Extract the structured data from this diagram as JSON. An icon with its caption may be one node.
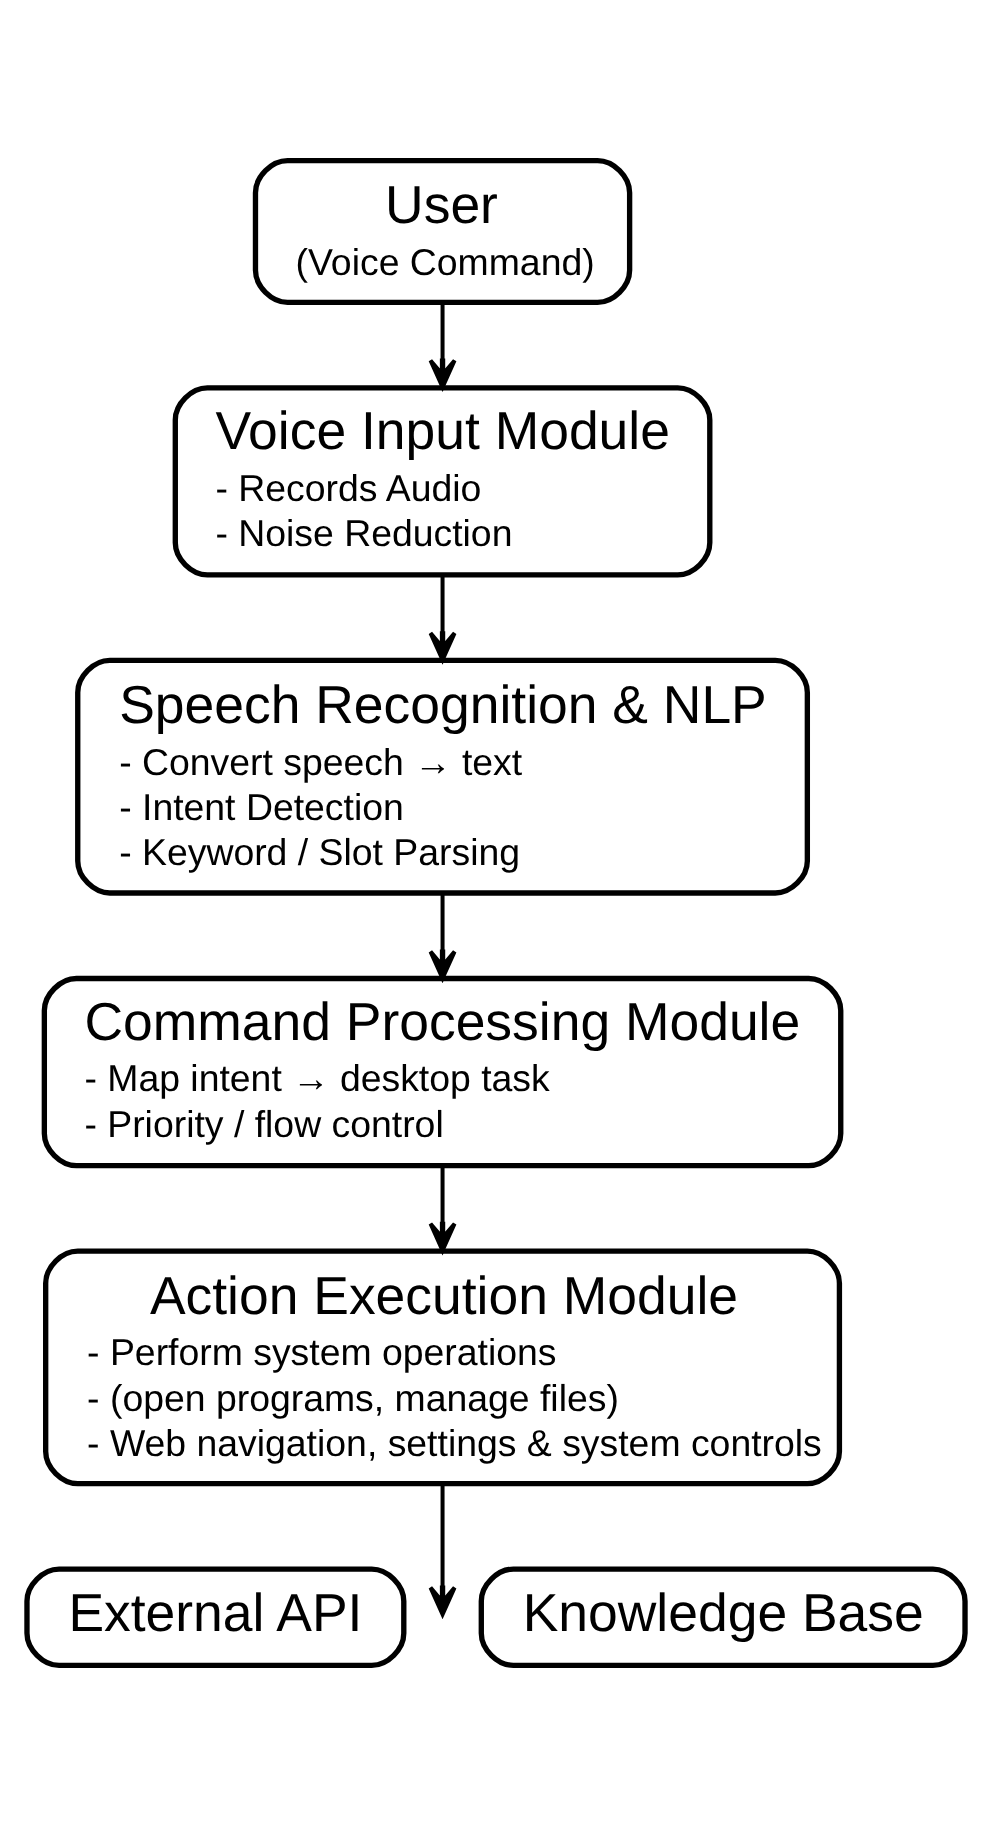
{
  "diagram": {
    "nodes": [
      {
        "text": [
          "User",
          "(Voice Command)"
        ]
      },
      {
        "text": [
          "Voice Input Module",
          "- Records Audio",
          "- Noise Reduction"
        ]
      },
      {
        "text": [
          "Speech Recognition & NLP",
          "- Convert speech → text",
          "- Intent Detection",
          "- Keyword / Slot Parsing"
        ]
      },
      {
        "text": [
          "Command Processing Module",
          "- Map intent → desktop task",
          "- Priority / flow control"
        ]
      },
      {
        "text": [
          "Action Execution Module",
          "- Perform system operations",
          "- (open programs, manage files)",
          "- Web navigation, settings & system controls"
        ]
      },
      {
        "text": [
          "External API"
        ]
      },
      {
        "text": [
          "Knowledge Base"
        ]
      }
    ],
    "edges": [
      {
        "from": 0,
        "to": 1,
        "arrow": "to"
      },
      {
        "from": 1,
        "to": 2,
        "arrow": "to"
      },
      {
        "from": 2,
        "to": 3,
        "arrow": "to"
      },
      {
        "from": 3,
        "to": 4,
        "arrow": "to"
      },
      {
        "from": 4,
        "to": null,
        "arrow": "to"
      }
    ]
  }
}
